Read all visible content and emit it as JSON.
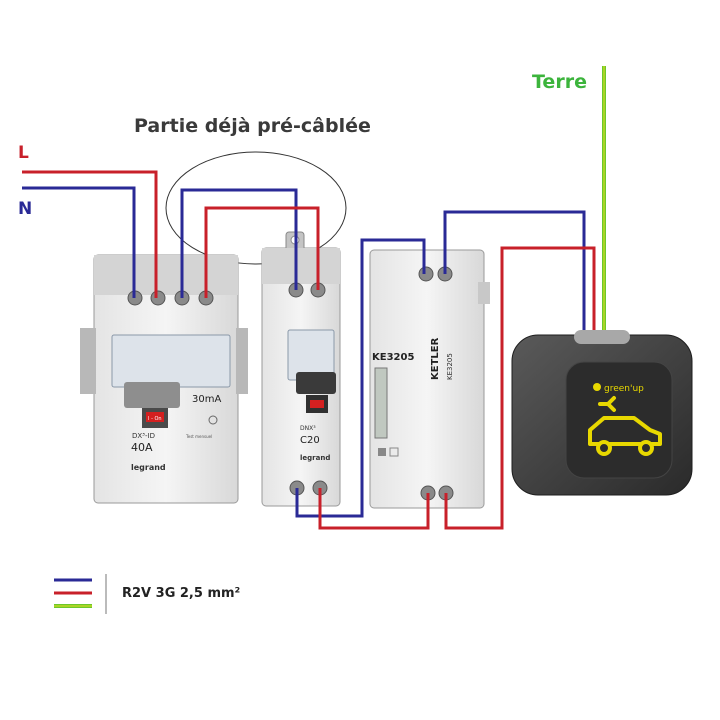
{
  "title": "Partie déjà pré-câblée",
  "wire_labels": {
    "phase": "L",
    "neutral": "N",
    "earth": "Terre"
  },
  "legend": {
    "cable": "R2V 3G 2,5 mm²"
  },
  "colors": {
    "phase": "#c8202a",
    "neutral": "#2a2a96",
    "earth": "#6cc82a",
    "earth_stripe": "#e8e020",
    "accent": "#e8d800"
  },
  "devices": {
    "differential_switch": {
      "model": "DX³-ID",
      "rating": "40A",
      "sensitivity": "30mA",
      "state": "I - On",
      "brand": "legrand",
      "test_text": "Test mensuel"
    },
    "circuit_breaker": {
      "model": "DNX³",
      "rating": "C20",
      "brand": "legrand"
    },
    "energy_meter": {
      "model": "KE3205",
      "brand": "KETLER",
      "model_vertical": "KE3205"
    },
    "charging_socket": {
      "brand": "green'up"
    }
  }
}
